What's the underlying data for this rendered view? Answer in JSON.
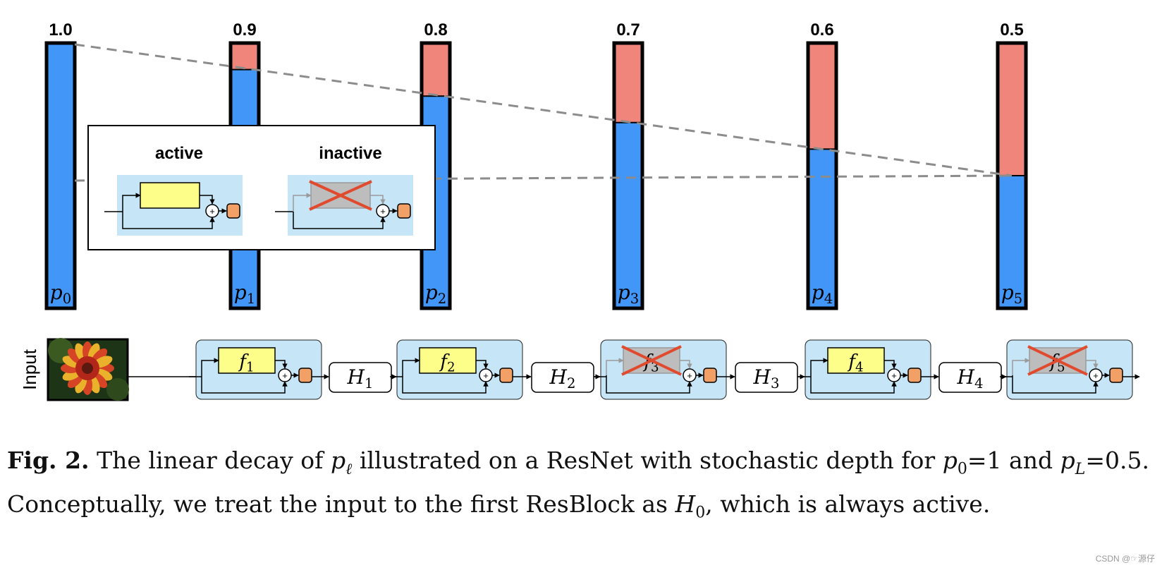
{
  "figure": {
    "probabilities": [
      "1.0",
      "0.9",
      "0.8",
      "0.7",
      "0.6",
      "0.5"
    ],
    "survival_values": [
      1.0,
      0.9,
      0.8,
      0.7,
      0.6,
      0.5
    ],
    "bar_labels": [
      "p",
      "p",
      "p",
      "p",
      "p",
      "p"
    ],
    "bar_label_subscripts": [
      "0",
      "1",
      "2",
      "3",
      "4",
      "5"
    ],
    "legend": {
      "active_label": "active",
      "inactive_label": "inactive"
    },
    "input_label": "Input",
    "blocks": [
      {
        "f": "f",
        "sub": "1",
        "active": true
      },
      {
        "f": "f",
        "sub": "2",
        "active": true
      },
      {
        "f": "f",
        "sub": "3",
        "active": false
      },
      {
        "f": "f",
        "sub": "4",
        "active": true
      },
      {
        "f": "f",
        "sub": "5",
        "active": false
      }
    ],
    "hidden_states": [
      {
        "h": "H",
        "sub": "1"
      },
      {
        "h": "H",
        "sub": "2"
      },
      {
        "h": "H",
        "sub": "3"
      },
      {
        "h": "H",
        "sub": "4"
      }
    ],
    "plus_symbol": "+",
    "colors": {
      "survive": "#4196f7",
      "drop": "#f0857c",
      "block_bg": "#c6e6f8",
      "residual_fn": "#fdfd8a",
      "dropped_fn": "#bdbdbd",
      "cross": "#e04a2e",
      "activation": "#f2a066",
      "dashed_line": "#8c8c8c"
    }
  },
  "caption": {
    "label": "Fig. 2.",
    "text_before_p": "The linear decay of ",
    "p_symbol": "p",
    "p_subscript": "ℓ",
    "text_after_p": " illustrated on a ResNet with stochastic depth for ",
    "p0_symbol": "p",
    "p0_subscript": "0",
    "p0_value": "=1",
    "text_and": " and ",
    "pL_symbol": "p",
    "pL_subscript": "L",
    "pL_value": "=0.5",
    "text_mid": ". Conceptually, we treat the input to the first ResBlock as ",
    "H0_symbol": "H",
    "H0_subscript": "0",
    "text_end": ", which is always active."
  },
  "watermark": "CSDN @☞源仔"
}
